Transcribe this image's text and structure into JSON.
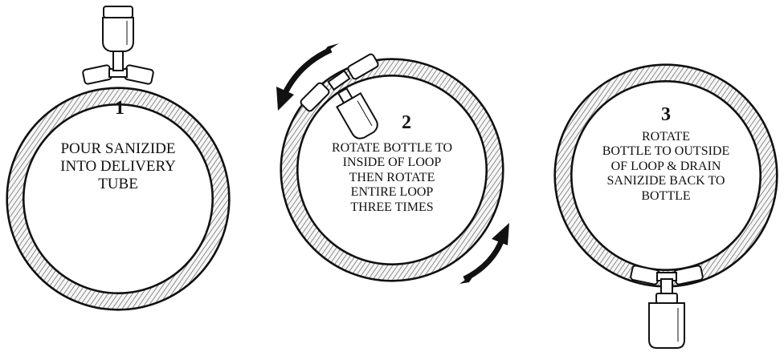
{
  "steps": [
    {
      "number": "1",
      "lines": [
        "POUR SANIZIDE",
        "INTO DELIVERY",
        "TUBE"
      ]
    },
    {
      "number": "2",
      "lines": [
        "ROTATE BOTTLE TO",
        "INSIDE OF LOOP",
        "THEN ROTATE",
        "ENTIRE LOOP",
        "THREE TIMES"
      ]
    },
    {
      "number": "3",
      "lines": [
        "ROTATE",
        "BOTTLE  TO OUTSIDE",
        "OF LOOP & DRAIN",
        "SANIZIDE BACK TO",
        "BOTTLE"
      ]
    }
  ],
  "colors": {
    "ink": "#111111",
    "tube_fill": "#f4f4f4",
    "background": "#ffffff"
  },
  "icons": [
    "bottle-icon",
    "rotation-arrow-icon",
    "tube-connector-icon"
  ]
}
